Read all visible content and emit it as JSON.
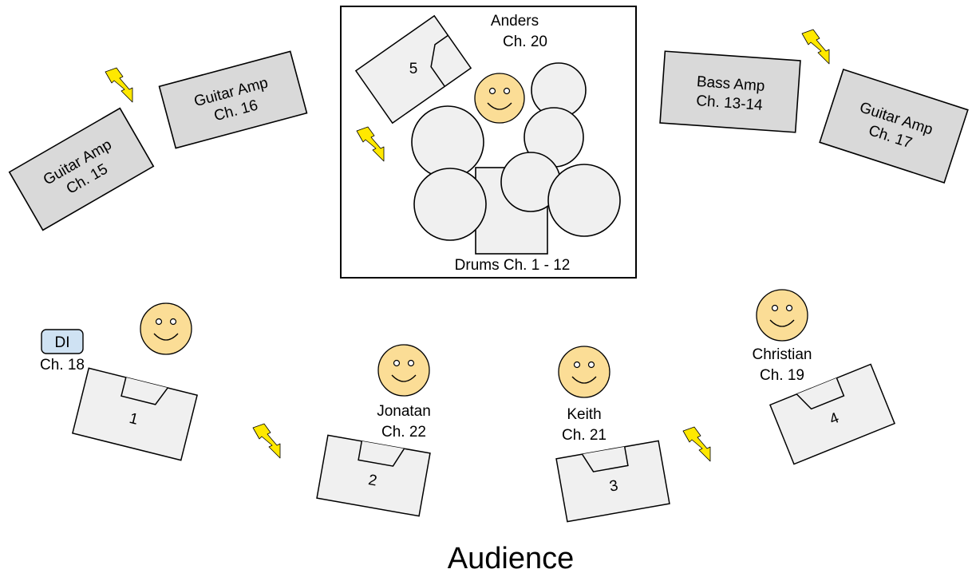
{
  "audience_label": "Audience",
  "drum_riser": {
    "label": "Drums Ch. 1 - 12",
    "drummer_name": "Anders",
    "drummer_channel": "Ch. 20",
    "monitor_number": "5"
  },
  "amps": {
    "guitar_15": {
      "line1": "Guitar Amp",
      "line2": "Ch. 15"
    },
    "guitar_16": {
      "line1": "Guitar Amp",
      "line2": "Ch. 16"
    },
    "bass": {
      "line1": "Bass Amp",
      "line2": "Ch. 13-14"
    },
    "guitar_17": {
      "line1": "Guitar Amp",
      "line2": "Ch. 17"
    }
  },
  "di": {
    "label": "DI",
    "channel": "Ch. 18"
  },
  "performers": {
    "jonatan": {
      "name": "Jonatan",
      "channel": "Ch. 22"
    },
    "keith": {
      "name": "Keith",
      "channel": "Ch. 21"
    },
    "christian": {
      "name": "Christian",
      "channel": "Ch. 19"
    }
  },
  "wedges": {
    "w1": "1",
    "w2": "2",
    "w3": "3",
    "w4": "4"
  },
  "colors": {
    "amp_fill": "#d9d9d9",
    "wedge_fill": "#f0f0f0",
    "face_fill": "#fbdd96",
    "di_fill": "#cfe2f3",
    "power_bolt": "#ffe800"
  },
  "icons": [
    "power-bolt-icon",
    "smiley-face-icon",
    "monitor-wedge-icon",
    "drum-icon"
  ]
}
